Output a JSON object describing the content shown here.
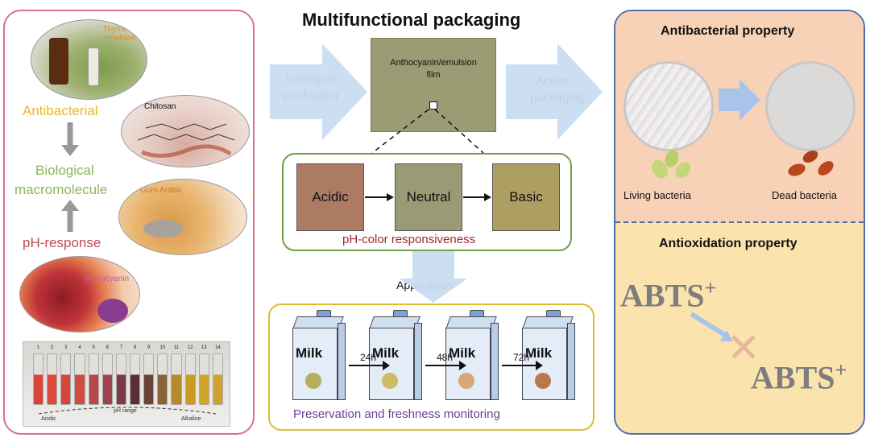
{
  "title": "Multifunctional packaging",
  "left": {
    "thyme_label": "Thyme oil emulsion",
    "chitosan_label": "Chitosan",
    "gum_label": "Gum Arabic",
    "anthocyanin_label": "Anthocyanin",
    "antibacterial": "Antibacterial",
    "biological_line1": "Biological",
    "biological_line2": "macromolecule",
    "ph_response": "pH-response",
    "tube_numbers": [
      "1",
      "2",
      "3",
      "4",
      "5",
      "6",
      "7",
      "8",
      "9",
      "10",
      "11",
      "12",
      "13",
      "14"
    ],
    "tube_colors": [
      "#d9443a",
      "#dc4a3d",
      "#d6473b",
      "#cf4c45",
      "#b6474a",
      "#9e4352",
      "#7c3a46",
      "#5a2e36",
      "#6a4238",
      "#8a6434",
      "#b58a2a",
      "#c99a24",
      "#d1a52a",
      "#cfa231"
    ],
    "ph_range": "pH range",
    "acidic": "Acidic",
    "alkaline": "Alkaline"
  },
  "center": {
    "intelligent_line1": "Intelligent",
    "intelligent_line2": "packaging",
    "active_line1": "Active",
    "active_line2": "packaging",
    "film_line1": "Anthocyanin/emulsion",
    "film_line2": "film",
    "ph_states": [
      {
        "label": "Acidic",
        "color": "#ad7b63"
      },
      {
        "label": "Neutral",
        "color": "#9a9b74"
      },
      {
        "label": "Basic",
        "color": "#ad9f62"
      }
    ],
    "ph_caption": "pH-color responsiveness",
    "application": "Application",
    "milk_label": "Milk",
    "milk_dots": [
      "#b6ad5e",
      "#cdbb66",
      "#d7a77b",
      "#b8784f"
    ],
    "times": [
      "24h",
      "48h",
      "72h"
    ],
    "preservation": "Preservation and freshness monitoring"
  },
  "right": {
    "antibacterial_title": "Antibacterial property",
    "living": "Living bacteria",
    "dead": "Dead bacteria",
    "antioxidation_title": "Antioxidation property",
    "abts1": "ABTS",
    "abts1_sup": "+",
    "abts2": "ABTS",
    "abts2_sup": "+"
  },
  "colors": {
    "left_border": "#d8728f",
    "right_border": "#4f6fa8",
    "antibacterial_text": "#e6b92a",
    "biological_text": "#8db55a",
    "ph_response_text": "#c0484f",
    "ph_caption_text": "#9b2a2a",
    "preservation_text": "#6a3e93",
    "arrow_blue": "#c9dcf1"
  }
}
